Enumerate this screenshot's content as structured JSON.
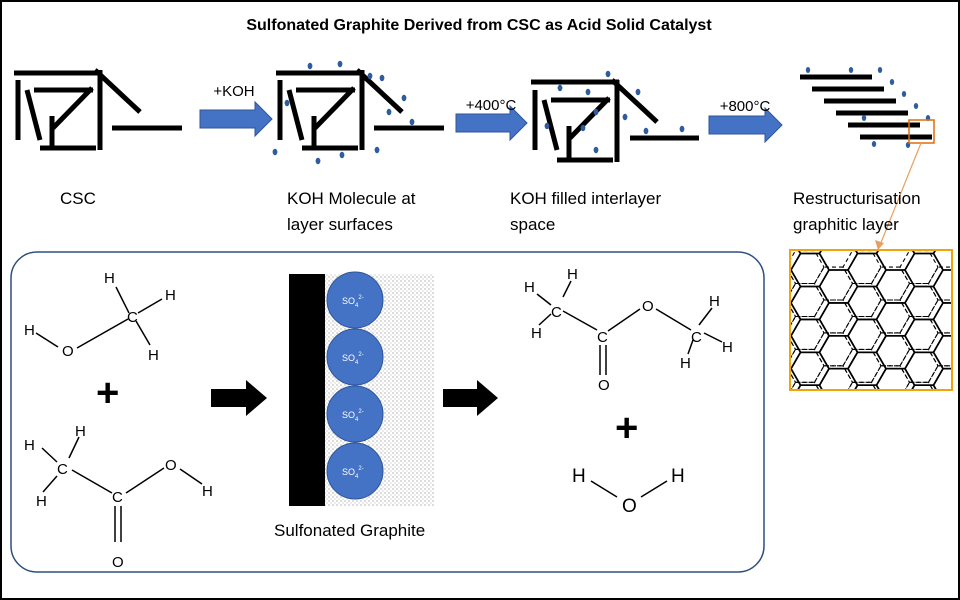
{
  "title": "Sulfonated Graphite Derived from CSC as Acid Solid Catalyst",
  "arrows": [
    "+KOH",
    "+400°C",
    "+800°C"
  ],
  "captions": {
    "csc": "CSC",
    "koh_surface": [
      "KOH Molecule at",
      "layer surfaces"
    ],
    "koh_filled": [
      "KOH filled interlayer",
      "space"
    ],
    "restructure": [
      "Restructurisation",
      "graphitic layer"
    ]
  },
  "catalyst_label": "Sulfonated Graphite",
  "sulfonate_group": {
    "base": "SO",
    "sub": "4",
    "sup": "2-"
  },
  "atoms": {
    "H": "H",
    "O": "O",
    "C": "C"
  },
  "plus_sign": "+",
  "colors": {
    "accent_blue": "#4472c4",
    "panel_border": "#2f4f7f",
    "zoom_border": "#f0a30a",
    "dot_blue": "#2e5c9e"
  }
}
